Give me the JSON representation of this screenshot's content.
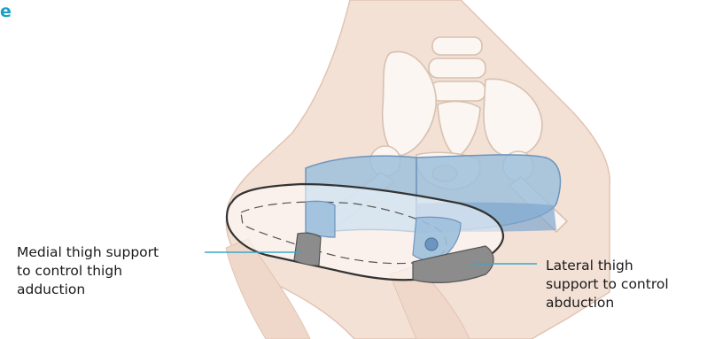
{
  "heading_fragment": "e",
  "callouts": {
    "medial": {
      "lines": [
        "Medial thigh support",
        "to control thigh",
        "adduction"
      ]
    },
    "lateral": {
      "lines": [
        "Lateral thigh",
        "support to control",
        "abduction"
      ]
    }
  },
  "colors": {
    "accent": "#1aa0c8",
    "leader_line": "#3aa7c9",
    "skin": "#f3e1d6",
    "skin_outline": "#e2c3b1",
    "bone": "#fbf6f1",
    "bone_outline": "#d7c1b0",
    "support_blue": "#9dbfdc",
    "support_blue_dark": "#6e95bd",
    "pad_gray": "#8c8c8c",
    "cushion_outline": "#333333"
  }
}
